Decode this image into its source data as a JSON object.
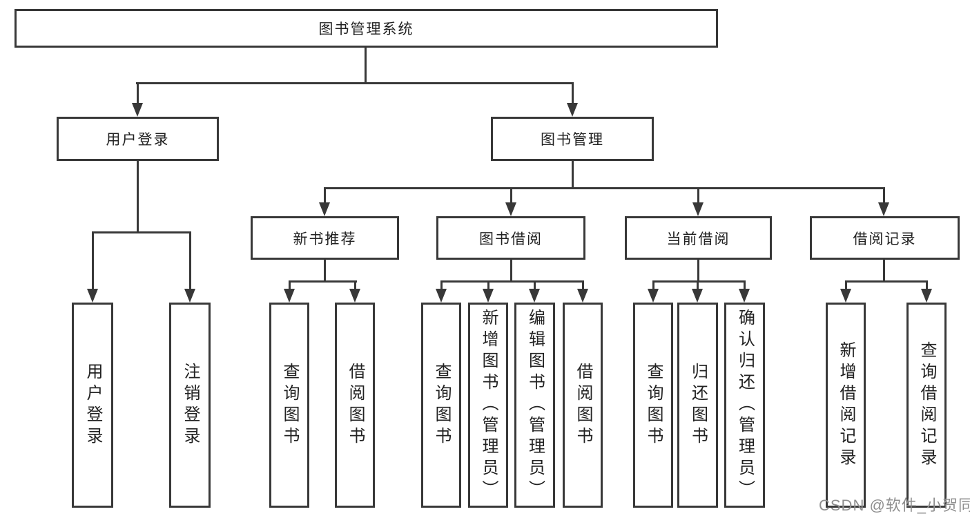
{
  "diagram": {
    "type": "hierarchy-tree",
    "title": "图书管理系统",
    "nodes": {
      "root": {
        "label": "图书管理系统"
      },
      "user_login": {
        "label": "用户登录"
      },
      "book_mgmt": {
        "label": "图书管理"
      },
      "new_book_rec": {
        "label": "新书推荐"
      },
      "book_borrow": {
        "label": "图书借阅"
      },
      "current_borrow": {
        "label": "当前借阅"
      },
      "borrow_record": {
        "label": "借阅记录"
      },
      "ul_login": {
        "label": "用户登录"
      },
      "ul_logout": {
        "label": "注销登录"
      },
      "nbr_query": {
        "label": "查询图书"
      },
      "nbr_borrow": {
        "label": "借阅图书"
      },
      "bb_query": {
        "label": "查询图书"
      },
      "bb_add": {
        "label": "新增图书（管理员）"
      },
      "bb_edit": {
        "label": "编辑图书（管理员）"
      },
      "bb_borrow": {
        "label": "借阅图书"
      },
      "cb_query": {
        "label": "查询图书"
      },
      "cb_return": {
        "label": "归还图书"
      },
      "cb_confirm": {
        "label": "确认归还（管理员）"
      },
      "br_add": {
        "label": "新增借阅记录"
      },
      "br_query": {
        "label": "查询借阅记录"
      }
    },
    "hierarchy": {
      "图书管理系统": {
        "用户登录": [
          "用户登录",
          "注销登录"
        ],
        "图书管理": {
          "新书推荐": [
            "查询图书",
            "借阅图书"
          ],
          "图书借阅": [
            "查询图书",
            "新增图书（管理员）",
            "编辑图书（管理员）",
            "借阅图书"
          ],
          "当前借阅": [
            "查询图书",
            "归还图书",
            "确认归还（管理员）"
          ],
          "借阅记录": [
            "新增借阅记录",
            "查询借阅记录"
          ]
        }
      }
    },
    "colors": {
      "line": "#383838",
      "box_border": "#383838",
      "box_fill": "#ffffff",
      "text": "#222222",
      "background": "#ffffff",
      "watermark": "#8f8f8f"
    }
  },
  "watermark": {
    "text": "CSDN @软件_小贺同学"
  }
}
